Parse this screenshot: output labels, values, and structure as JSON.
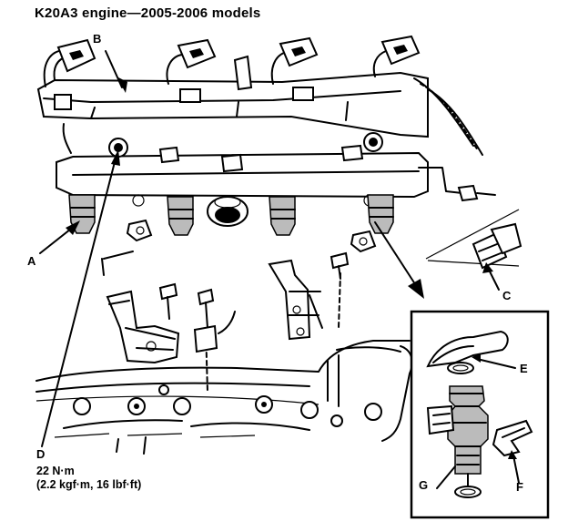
{
  "title": "K20A3 engine—2005-2006 models",
  "callouts": {
    "a": "A",
    "b": "B",
    "c": "C",
    "d": "D",
    "e": "E",
    "f": "F",
    "g": "G"
  },
  "torque": {
    "value": "22 N·m",
    "alt": "(2.2 kgf·m, 16 lbf·ft)"
  }
}
